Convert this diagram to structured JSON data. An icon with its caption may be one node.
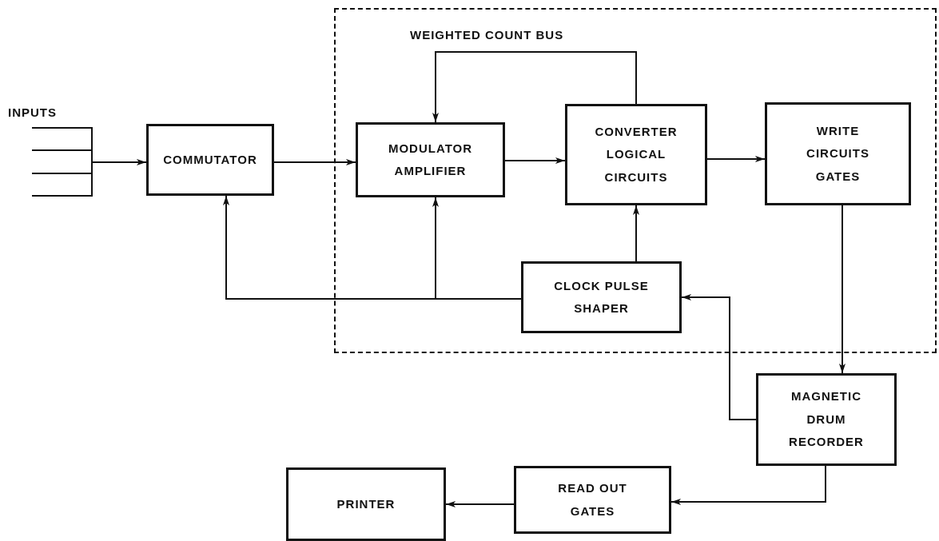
{
  "diagram": {
    "nodes": [
      {
        "text": [],
        "shape": "box"
      },
      {
        "text": [
          "COMMUTATOR"
        ]
      },
      {
        "text": [
          "MODULATOR AMPLIFIER"
        ],
        "in": 0
      },
      {
        "text": [
          "CONVERTER LOGICAL CIRCUITS"
        ],
        "in": 0
      },
      {
        "text": [
          "WRITE CIRCUITS GATES"
        ],
        "in": 0
      },
      {
        "text": [
          "CLOCK PULSE SHAPER"
        ],
        "in": 0
      },
      {
        "text": [
          "MAGNETIC DRUM RECORDER"
        ]
      },
      {
        "text": [
          "READ OUT GATES"
        ]
      },
      {
        "text": [
          "PRINTER"
        ]
      }
    ],
    "edges": [
      {
        "from": null,
        "to": 1,
        "arrow": "to"
      },
      {
        "from": 1,
        "to": 2,
        "arrow": "to"
      },
      {
        "from": 2,
        "to": 3,
        "arrow": "to"
      },
      {
        "from": 3,
        "to": 2,
        "arrow": "to",
        "label": "WEIGHTED COUNT BUS"
      },
      {
        "from": 5,
        "to": 1,
        "arrow": "to"
      },
      {
        "from": 5,
        "to": 2,
        "arrow": "to"
      },
      {
        "from": 5,
        "to": 3,
        "arrow": "to"
      },
      {
        "from": 3,
        "to": 4,
        "arrow": "to"
      },
      {
        "from": 4,
        "to": 6,
        "arrow": "to"
      },
      {
        "from": 6,
        "to": 5,
        "arrow": "to"
      },
      {
        "from": 6,
        "to": 7,
        "arrow": "to"
      },
      {
        "from": 7,
        "to": 8,
        "arrow": "to"
      }
    ],
    "labels": [
      "INPUTS"
    ]
  }
}
